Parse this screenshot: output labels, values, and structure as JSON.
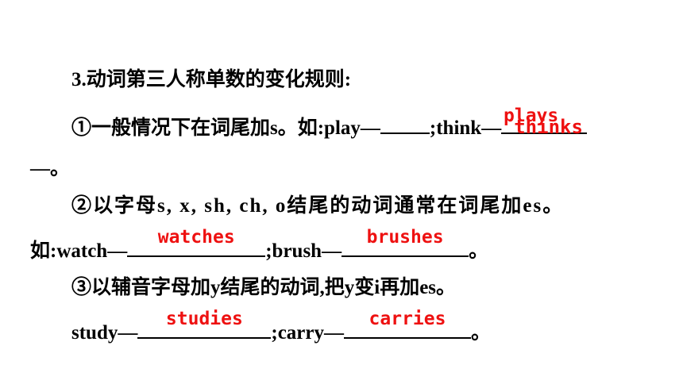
{
  "title": "3.动词第三人称单数的变化规则:",
  "rule1": {
    "text": "①一般情况下在词尾加s。如:play—",
    "sep": ";think—",
    "answer1": "plays",
    "answer2": "thinks",
    "end": "—。"
  },
  "rule2": {
    "text": "②以字母s, x, sh, ch, o结尾的动词通常在词尾加es。",
    "example_prefix": "如:watch—",
    "answer1": "watches",
    "sep": ";brush—",
    "answer2": "brushes",
    "end": "。"
  },
  "rule3": {
    "text": "③以辅音字母加y结尾的动词,把y变i再加es。",
    "example_prefix": "study—",
    "answer1": "studies",
    "sep": ";carry—",
    "answer2": "carries",
    "end": "。"
  },
  "colors": {
    "text": "#000000",
    "answer": "#ee1111"
  }
}
